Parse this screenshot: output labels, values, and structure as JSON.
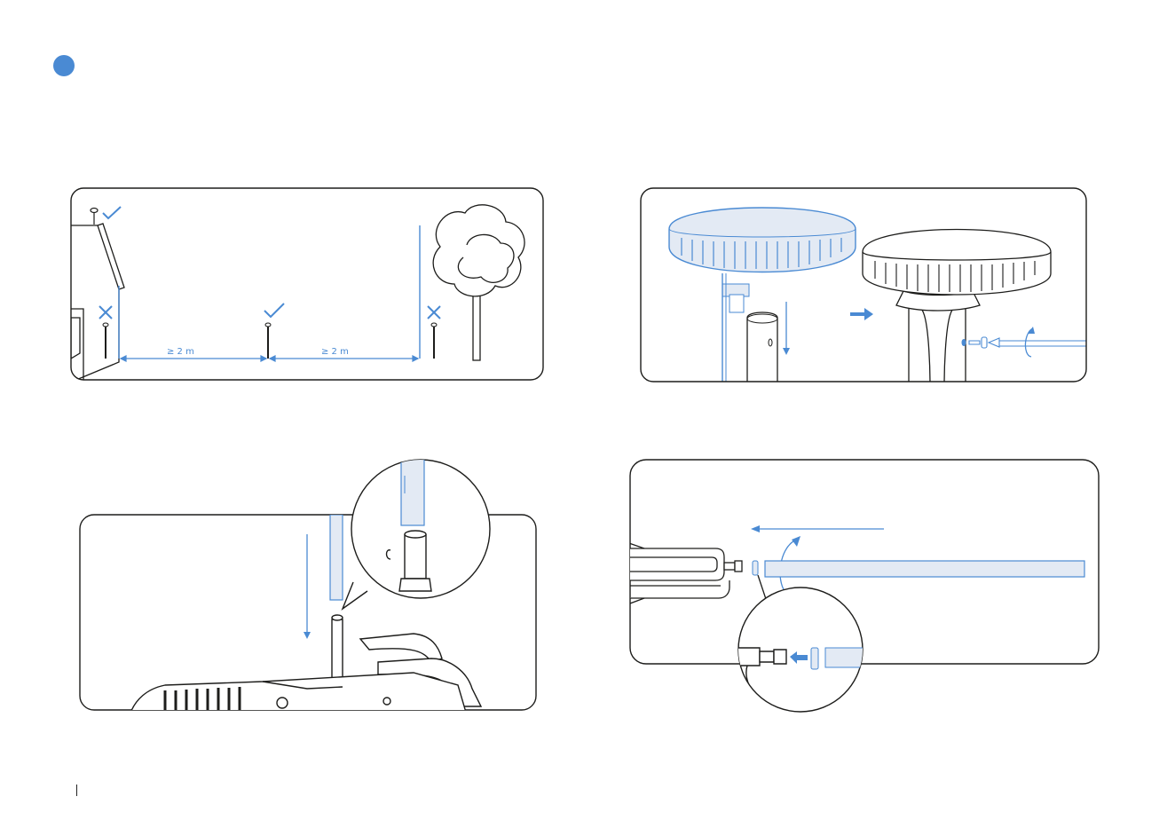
{
  "page": {
    "accent_color": "#4a8ad3",
    "line_color": "#1d1d1b",
    "icons": [
      "step-indicator",
      "checkmark-icon",
      "cross-icon",
      "arrow-icon",
      "rotate-icon",
      "magnifier-callout"
    ]
  },
  "placement": {
    "distance_left": "≥ 2 m",
    "distance_right": "≥ 2 m"
  }
}
